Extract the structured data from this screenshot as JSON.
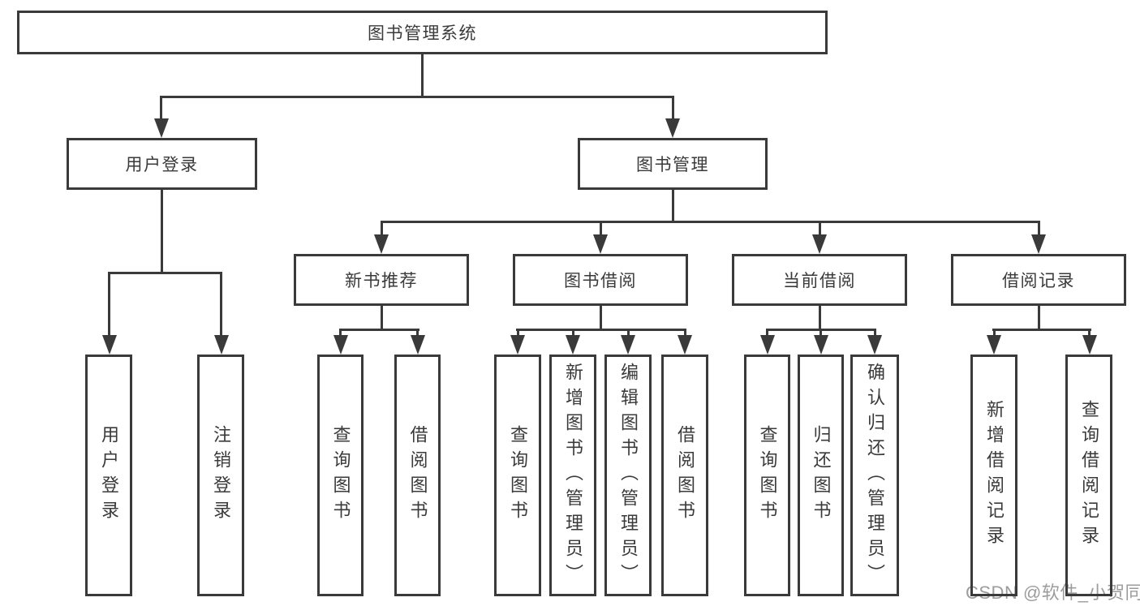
{
  "diagram": {
    "root": {
      "label": "图书管理系统",
      "children": [
        {
          "label": "用户登录",
          "children": [
            {
              "label": "用户登录"
            },
            {
              "label": "注销登录"
            }
          ]
        },
        {
          "label": "图书管理",
          "children": [
            {
              "label": "新书推荐",
              "children": [
                {
                  "label": "查询图书"
                },
                {
                  "label": "借阅图书"
                }
              ]
            },
            {
              "label": "图书借阅",
              "children": [
                {
                  "label": "查询图书"
                },
                {
                  "label": "新增图书（管理员）"
                },
                {
                  "label": "编辑图书（管理员）"
                },
                {
                  "label": "借阅图书"
                }
              ]
            },
            {
              "label": "当前借阅",
              "children": [
                {
                  "label": "查询图书"
                },
                {
                  "label": "归还图书"
                },
                {
                  "label": "确认归还（管理员）"
                }
              ]
            },
            {
              "label": "借阅记录",
              "children": [
                {
                  "label": "新增借阅记录"
                },
                {
                  "label": "查询借阅记录"
                }
              ]
            }
          ]
        }
      ]
    }
  },
  "watermark": {
    "text": "CSDN @软件_小贺同学"
  },
  "colors": {
    "line": "#3a3a3a",
    "text": "#3a3a3a",
    "watermark": "#9c9c9c",
    "background": "#ffffff"
  }
}
